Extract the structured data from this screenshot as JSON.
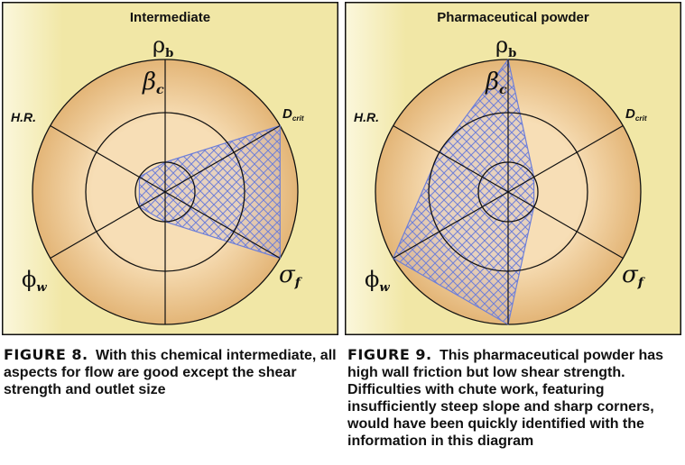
{
  "panels": [
    {
      "title": "Intermediate",
      "labels": {
        "bulk_density": "ρ",
        "bulk_density_sub": "b",
        "beta": "β",
        "beta_sub": "c",
        "hr": "H.R.",
        "dcrit": "D",
        "dcrit_sub": "crit",
        "phi": "ϕ",
        "phi_sub": "w",
        "sigma": "σ",
        "sigma_sub": "f"
      },
      "polygon": [
        {
          "axis": "ρb",
          "level": 0.2
        },
        {
          "axis": "Dcrit",
          "level": 1.0
        },
        {
          "axis": "σf",
          "level": 1.0
        },
        {
          "axis": "ρb-down",
          "level": 0.2
        },
        {
          "axis": "ϕw",
          "level": 0.2
        },
        {
          "axis": "H.R.",
          "level": 0.2
        }
      ]
    },
    {
      "title": "Pharmaceutical powder",
      "labels": {
        "bulk_density": "ρ",
        "bulk_density_sub": "b",
        "beta": "β",
        "beta_sub": "c",
        "hr": "H.R.",
        "dcrit": "D",
        "dcrit_sub": "crit",
        "phi": "ϕ",
        "phi_sub": "w",
        "sigma": "σ",
        "sigma_sub": "f"
      },
      "polygon": [
        {
          "axis": "ρb",
          "level": 1.0
        },
        {
          "axis": "Dcrit",
          "level": 0.2
        },
        {
          "axis": "σf",
          "level": 0.2
        },
        {
          "axis": "ρb-down",
          "level": 1.0
        },
        {
          "axis": "ϕw",
          "level": 1.0
        },
        {
          "axis": "H.R.",
          "level": 0.6
        }
      ]
    }
  ],
  "captions": [
    {
      "figure": "FIGURE 8.",
      "text": "With this chemical intermediate, all aspects for flow are good except the shear strength and outlet size"
    },
    {
      "figure": "FIGURE 9.",
      "text": "This pharmaceutical powder has high wall friction but low shear strength. Difficulties with chute work, featuring insufficiently steep slope and sharp corners, would have been quickly identified with the information in this diagram"
    }
  ],
  "colors": {
    "panel_bg": "#f1e7a6",
    "panel_bg_left_edge": "#fbf7dc",
    "disk_outer": "#e3b577",
    "disk_inner": "#f7deb6",
    "hatch": "#6e7fd8",
    "line": "#111111"
  }
}
